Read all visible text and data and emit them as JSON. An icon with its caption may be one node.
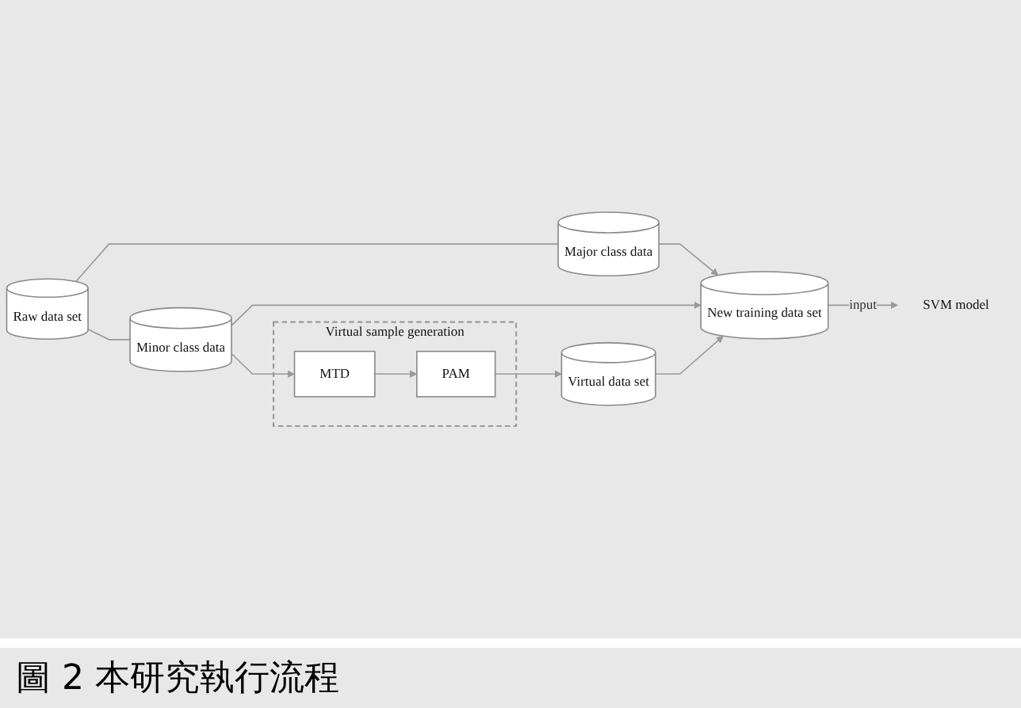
{
  "diagram": {
    "caption": "圖 2 本研究執行流程",
    "nodes": [
      {
        "text": [
          "Raw data set"
        ]
      },
      {
        "text": [
          "Major class data"
        ]
      },
      {
        "text": [
          "Minor class data"
        ]
      },
      {
        "text": [
          "Virtual sample generation"
        ]
      },
      {
        "text": [
          "MTD"
        ],
        "in": 3
      },
      {
        "text": [
          "PAM"
        ],
        "in": 3
      },
      {
        "text": [
          "Virtual data set"
        ]
      },
      {
        "text": [
          "New training data set"
        ]
      },
      {
        "text": [
          "SVM model"
        ]
      }
    ],
    "edges": [
      {
        "from": 0,
        "to": 1,
        "arrow": "none"
      },
      {
        "from": 0,
        "to": 2,
        "arrow": "none"
      },
      {
        "from": 1,
        "to": 7,
        "arrow": "to"
      },
      {
        "from": 2,
        "to": 7,
        "arrow": "to"
      },
      {
        "from": 2,
        "to": 4,
        "arrow": "to"
      },
      {
        "from": 4,
        "to": 5,
        "arrow": "to"
      },
      {
        "from": 5,
        "to": 6,
        "arrow": "to"
      },
      {
        "from": 6,
        "to": 7,
        "arrow": "to"
      },
      {
        "from": 7,
        "to": 8,
        "label": "input",
        "arrow": "to"
      }
    ]
  }
}
